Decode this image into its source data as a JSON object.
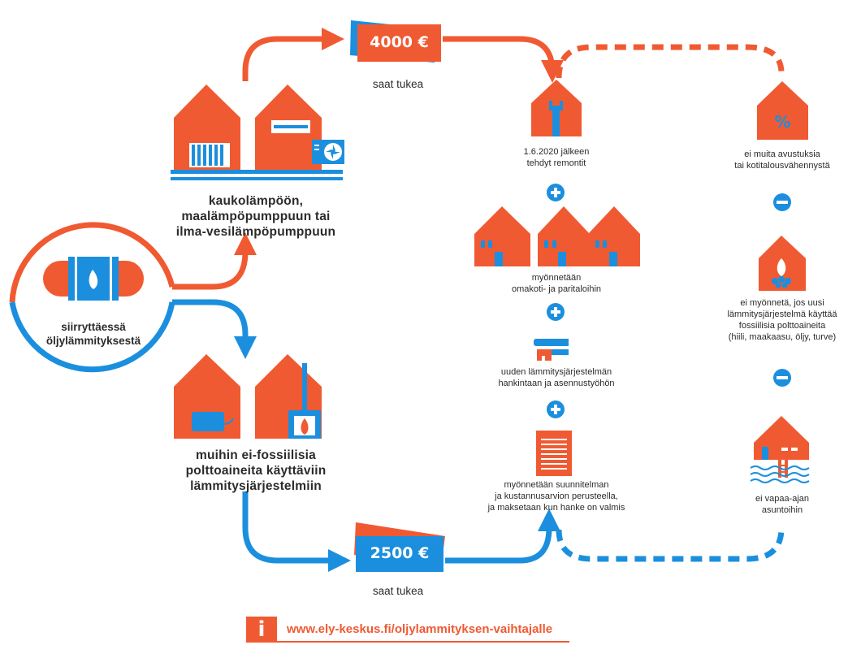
{
  "colors": {
    "orange": "#f05a32",
    "blue": "#1b8fde",
    "dark": "#2b2b2b"
  },
  "oil_tank": {
    "label": "siirryttäessä\nöljylämmityksestä",
    "icon": "flame-icon"
  },
  "top_branch": {
    "houses_label": "kaukolämpöön,\nmaalämpöpumppuun tai\nilma-vesilämpöpumppuun",
    "amount": "4000 €",
    "support_label": "saat tukea",
    "icons": [
      "radiator-icon",
      "air-conditioner-icon",
      "heat-pump-fan-icon"
    ]
  },
  "bottom_branch": {
    "houses_label": "muihin ei-fossiilisia\npolttoaineita käyttäviin\nlämmitysjärjestelmiin",
    "amount": "2500 €",
    "support_label": "saat tukea",
    "icons": [
      "boiler-icon",
      "fireplace-icon"
    ]
  },
  "conditions": [
    {
      "icon": "wrench-icon",
      "text": "1.6.2020 jälkeen\ntehdyt remontit"
    },
    {
      "icon": "detached-houses-icon",
      "text": "myönnetään\nomakoti- ja paritaloihin"
    },
    {
      "icon": "tools-icon",
      "text": "uuden lämmitysjärjestelmän\nhankintaan ja asennustyöhön"
    },
    {
      "icon": "document-icon",
      "text": "myönnetään suunnitelman\nja kustannusarvion perusteella,\nja maksetaan kun hanke on valmis"
    }
  ],
  "plus_signs": [
    "+",
    "+",
    "+"
  ],
  "exclusions": [
    {
      "icon": "percent-icon",
      "text": "ei muita avustuksia\ntai kotitalousvähennystä",
      "symbol": "%"
    },
    {
      "icon": "fossil-fire-icon",
      "text": "ei myönnetä, jos uusi\nlämmitysjärjestelmä käyttää\nfossiilisia polttoaineita\n(hiili, maakaasu, öljy, turve)"
    },
    {
      "icon": "summer-cottage-icon",
      "text": "ei vapaa-ajan\nasuntoihin"
    }
  ],
  "minus_signs": [
    "−",
    "−"
  ],
  "footer": {
    "info_symbol": "i",
    "link": "www.ely-keskus.fi/oljylammityksen-vaihtajalle"
  }
}
